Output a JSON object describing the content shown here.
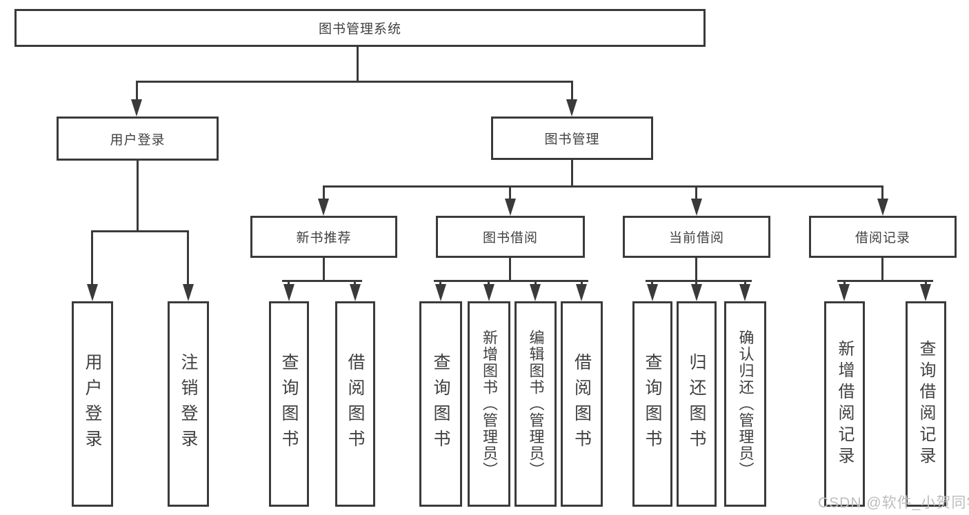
{
  "diagram": {
    "root": {
      "label": "图书管理系统"
    },
    "level2": [
      {
        "label": "用户登录"
      },
      {
        "label": "图书管理"
      }
    ],
    "level3": [
      {
        "label": "新书推荐"
      },
      {
        "label": "图书借阅"
      },
      {
        "label": "当前借阅"
      },
      {
        "label": "借阅记录"
      }
    ],
    "leaves": {
      "user_login": [
        "用户登录",
        "注销登录"
      ],
      "new_book_rec": [
        "查询图书",
        "借阅图书"
      ],
      "book_borrow": [
        "查询图书",
        "新增图书（管理员）",
        "编辑图书（管理员）",
        "借阅图书"
      ],
      "current_borrow": [
        "查询图书",
        "归还图书",
        "确认归还（管理员）"
      ],
      "borrow_records": [
        "新增借阅记录",
        "查询借阅记录"
      ]
    }
  },
  "watermark": "CSDN @软件_小贺同学",
  "colors": {
    "line": "#3a3a3a",
    "text": "#404040",
    "watermark": "#bdbdbd",
    "background": "#ffffff"
  }
}
